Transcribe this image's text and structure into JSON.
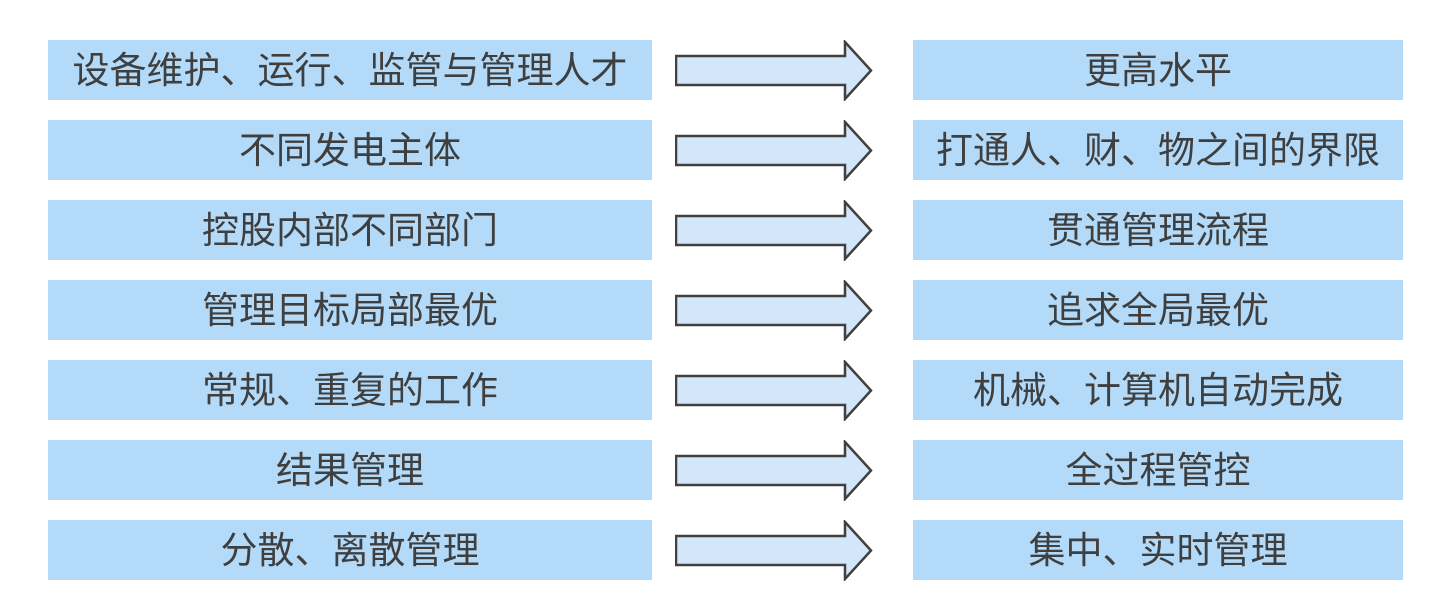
{
  "rows": [
    {
      "left": "设备维护、运行、监管与管理人才",
      "right": "更高水平"
    },
    {
      "left": "不同发电主体",
      "right": "打通人、财、物之间的界限"
    },
    {
      "left": "控股内部不同部门",
      "right": "贯通管理流程"
    },
    {
      "left": "管理目标局部最优",
      "right": "追求全局最优"
    },
    {
      "left": "常规、重复的工作",
      "right": "机械、计算机自动完成"
    },
    {
      "left": "结果管理",
      "right": "全过程管控"
    },
    {
      "left": "分散、离散管理",
      "right": "集中、实时管理"
    }
  ],
  "colors": {
    "background": "#ffffff",
    "box_fill": "#b3dbf9",
    "arrow_fill": "#d4e6f9",
    "arrow_stroke": "#404040",
    "text": "#3f3f3f"
  },
  "icons": {
    "arrow": "right-block-arrow-icon"
  }
}
